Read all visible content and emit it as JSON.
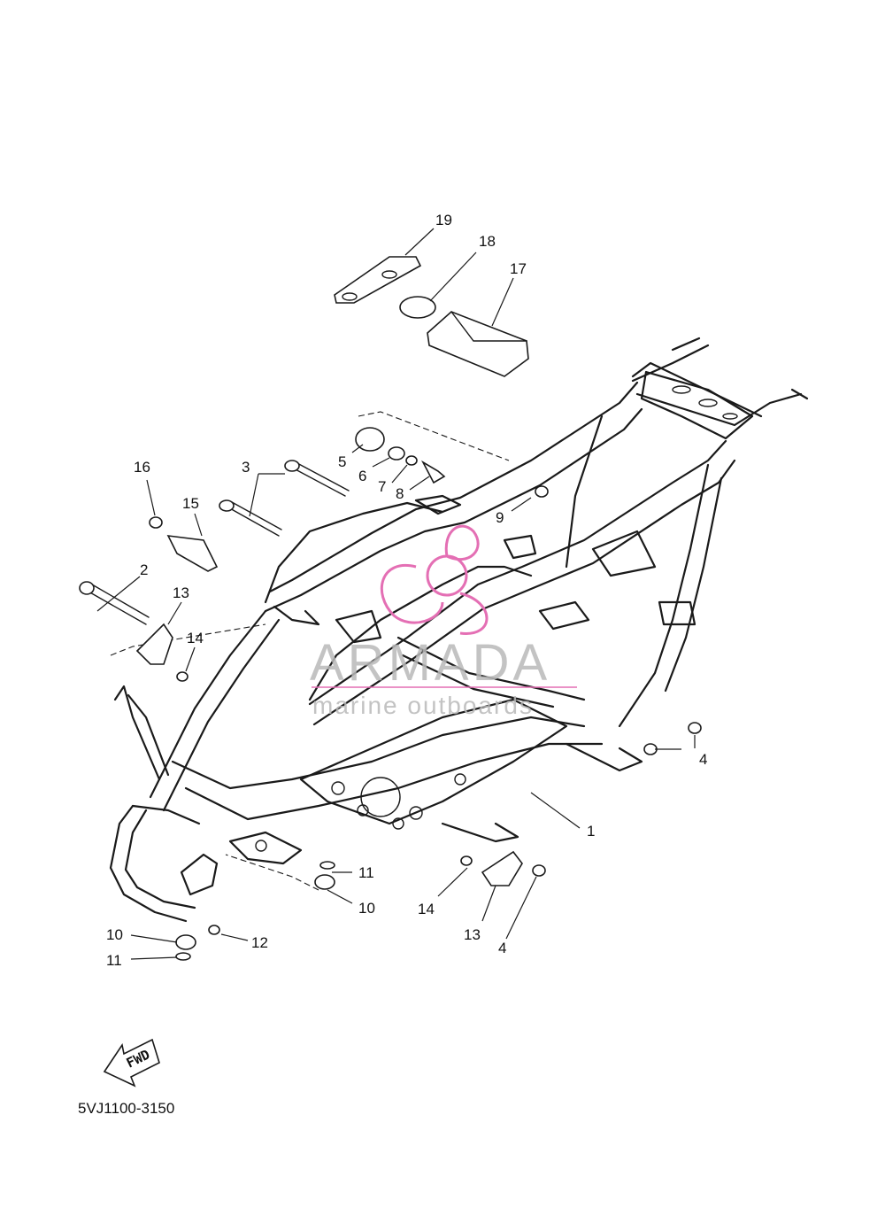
{
  "diagram": {
    "code": "5VJ1100-3150",
    "direction_label": "FWD",
    "watermark": {
      "brand": "ARMADA",
      "tagline": "marine outboards",
      "accent_color": "#e46fb4"
    },
    "callouts": [
      "1",
      "2",
      "3",
      "4",
      "4",
      "5",
      "6",
      "7",
      "8",
      "9",
      "10",
      "10",
      "11",
      "11",
      "12",
      "13",
      "13",
      "14",
      "14",
      "15",
      "16",
      "17",
      "18",
      "19"
    ]
  }
}
